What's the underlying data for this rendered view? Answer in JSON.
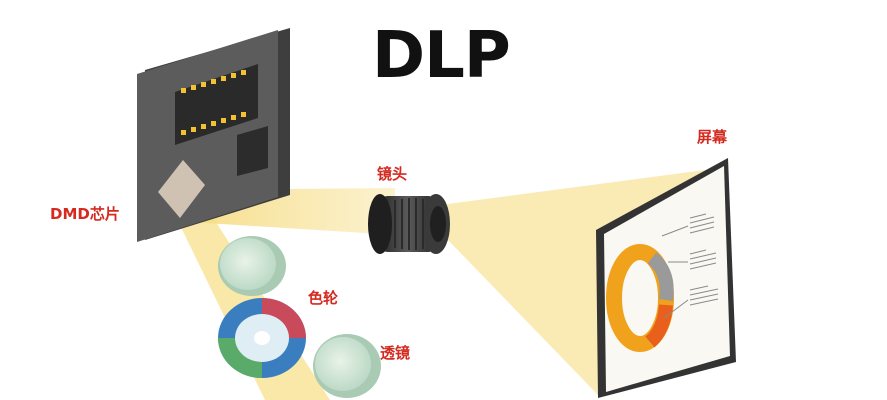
{
  "title": "DLP",
  "labels": {
    "dmd_chip": "DMD芯片",
    "projection_lens": "镜头",
    "screen": "屏幕",
    "color_wheel": "色轮",
    "relay_lens": "透镜"
  },
  "colors": {
    "label_red": "#d42a20",
    "beam_yellow": "#f7e08a",
    "chip_board": "#5c5c5c",
    "donut_orange": "#f0a21c",
    "donut_deep_orange": "#e8601c",
    "donut_gray": "#9a9a9a",
    "wheel_blue": "#3a7ec0",
    "wheel_green": "#5aaa6a",
    "wheel_red": "#c94a5a"
  }
}
